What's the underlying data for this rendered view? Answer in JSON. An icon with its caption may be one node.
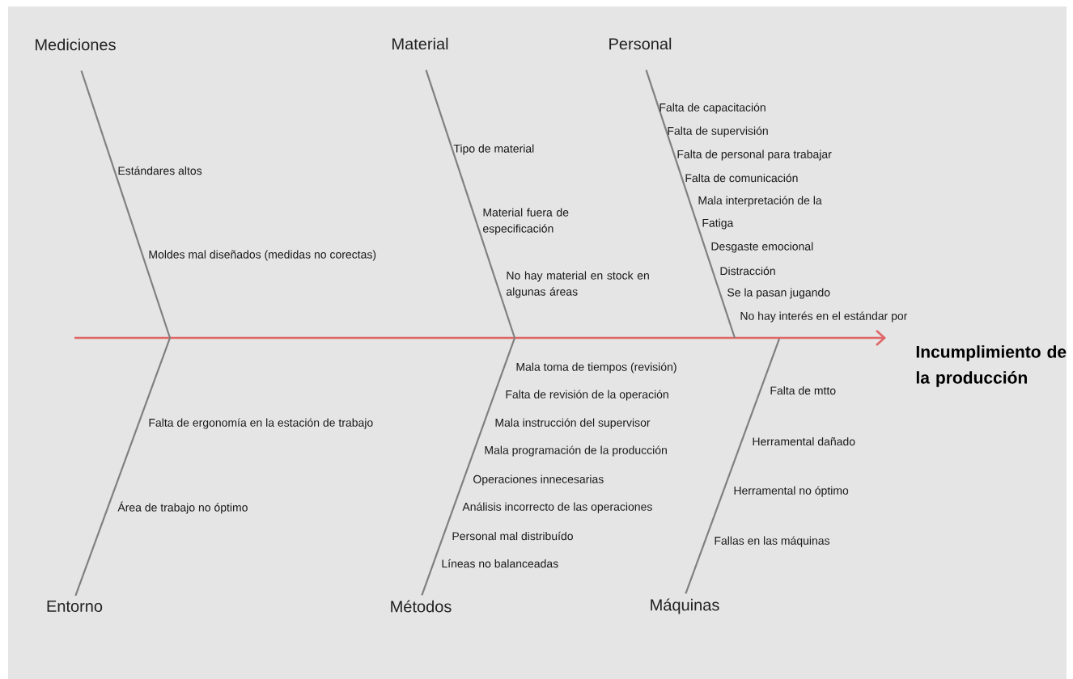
{
  "diagram": {
    "nodes": [
      {
        "text": [
          "Mediciones"
        ]
      },
      {
        "text": [
          "Material"
        ]
      },
      {
        "text": [
          "Personal"
        ]
      },
      {
        "text": [
          "Entorno"
        ]
      },
      {
        "text": [
          "Métodos"
        ]
      },
      {
        "text": [
          "Máquinas"
        ]
      },
      {
        "text": [
          "Incumplimiento de la producción"
        ]
      }
    ],
    "edges": [
      {
        "from": null,
        "to": 6,
        "arrow": "to",
        "color": "#e06666"
      },
      {
        "from": 0,
        "to": null,
        "arrow": "none"
      },
      {
        "from": 1,
        "to": null,
        "arrow": "none"
      },
      {
        "from": 2,
        "to": null,
        "arrow": "none"
      },
      {
        "from": 3,
        "to": null,
        "arrow": "none"
      },
      {
        "from": 4,
        "to": null,
        "arrow": "none"
      },
      {
        "from": 5,
        "to": null,
        "arrow": "none"
      }
    ],
    "labels": [
      "Estándares altos",
      "Moldes mal diseñados (medidas no corectas)",
      "Tipo de material",
      "Material fuera de especificación",
      "No hay material en stock en algunas áreas",
      "Falta de capacitación",
      "Falta de supervisión",
      "Falta de personal para trabajar",
      "Falta de comunicación",
      "Mala interpretación de la",
      "Fatiga",
      "Desgaste emocional",
      "Distracción",
      "Se la pasan jugando",
      "No hay interés en el estándar por",
      "Falta de ergonomía en la estación de trabajo",
      "Área de trabajo no óptimo",
      "Mala toma de tiempos (revisión)",
      "Falta de revisión de la operación",
      "Mala instrucción del supervisor",
      "Mala programación de la producción",
      "Operaciones innecesarias",
      "Análisis incorrecto de las operaciones",
      "Personal mal distribuído",
      "Líneas no balanceadas",
      "Falta de mtto",
      "Herramental dañado",
      "Herramental no óptimo",
      "Fallas en las máquinas"
    ]
  }
}
